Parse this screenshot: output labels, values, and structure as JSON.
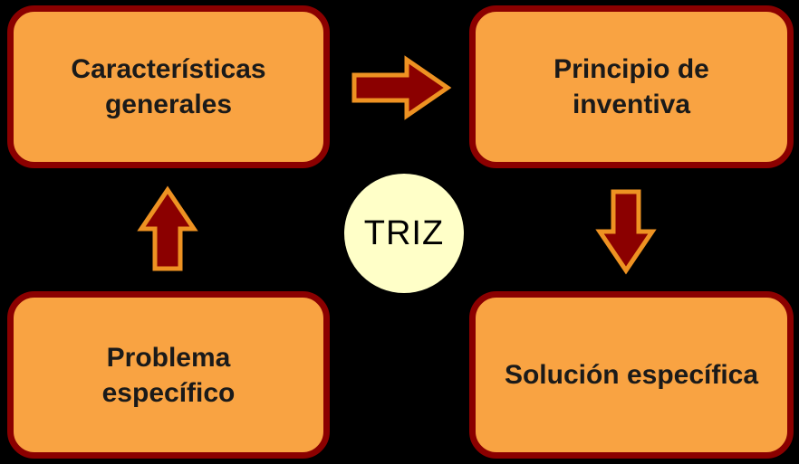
{
  "diagram": {
    "title": "TRIZ",
    "center": {
      "label": "TRIZ"
    },
    "nodes": [
      {
        "id": "caracteristicas-generales",
        "label": "Características generales",
        "position": "top-left"
      },
      {
        "id": "principio-de-inventiva",
        "label": "Principio de inventiva",
        "position": "top-right"
      },
      {
        "id": "problema-especifico",
        "label": "Problema específico",
        "position": "bottom-left"
      },
      {
        "id": "solucion-especifica",
        "label": "Solución específica",
        "position": "bottom-right"
      }
    ],
    "arrows": [
      {
        "id": "arrow-right",
        "direction": "right",
        "from": "caracteristicas-generales",
        "to": "principio-de-inventiva"
      },
      {
        "id": "arrow-down",
        "direction": "down",
        "from": "principio-de-inventiva",
        "to": "solucion-especifica"
      },
      {
        "id": "arrow-up",
        "direction": "up",
        "from": "problema-especifico",
        "to": "caracteristicas-generales"
      }
    ],
    "colors": {
      "background": "#000000",
      "node_fill": "#F9A342",
      "node_border": "#8B0000",
      "arrow_fill": "#8B0000",
      "arrow_border": "#EE9222",
      "circle_fill": "#FFFFC8",
      "text": "#1A1A1A"
    }
  }
}
